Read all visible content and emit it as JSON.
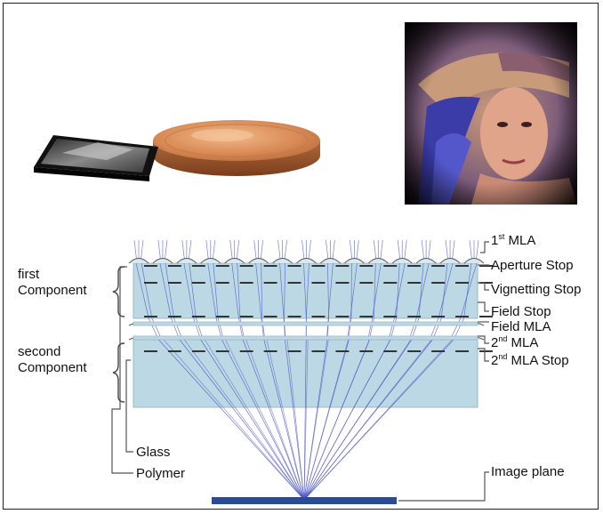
{
  "images": {
    "device_photo": "camera-module-and-coin-photo",
    "sample_image": "captured-sample-portrait-image"
  },
  "component_labels": {
    "first_line1": "first",
    "first_line2": "Component",
    "second_line1": "second",
    "second_line2": "Component",
    "glass": "Glass",
    "polymer": "Polymer"
  },
  "layer_labels": {
    "mla1_prefix": "1",
    "mla1_sup": "st",
    "mla1_suffix": " MLA",
    "aperture_stop": "Aperture Stop",
    "vignetting_stop": "Vignetting Stop",
    "field_stop": "Field Stop",
    "field_mla": "Field MLA",
    "mla2_prefix": "2",
    "mla2_sup": "nd",
    "mla2_suffix": " MLA",
    "mla2_stop_prefix": "2",
    "mla2_stop_sup": "nd",
    "mla2_stop_suffix": " MLA Stop",
    "image_plane": "Image plane"
  },
  "colors": {
    "glass": "#bcd8e4",
    "ray": "#4a53c4",
    "image_plane": "#2b4a9a",
    "stop": "#333333",
    "leader": "#555555"
  }
}
